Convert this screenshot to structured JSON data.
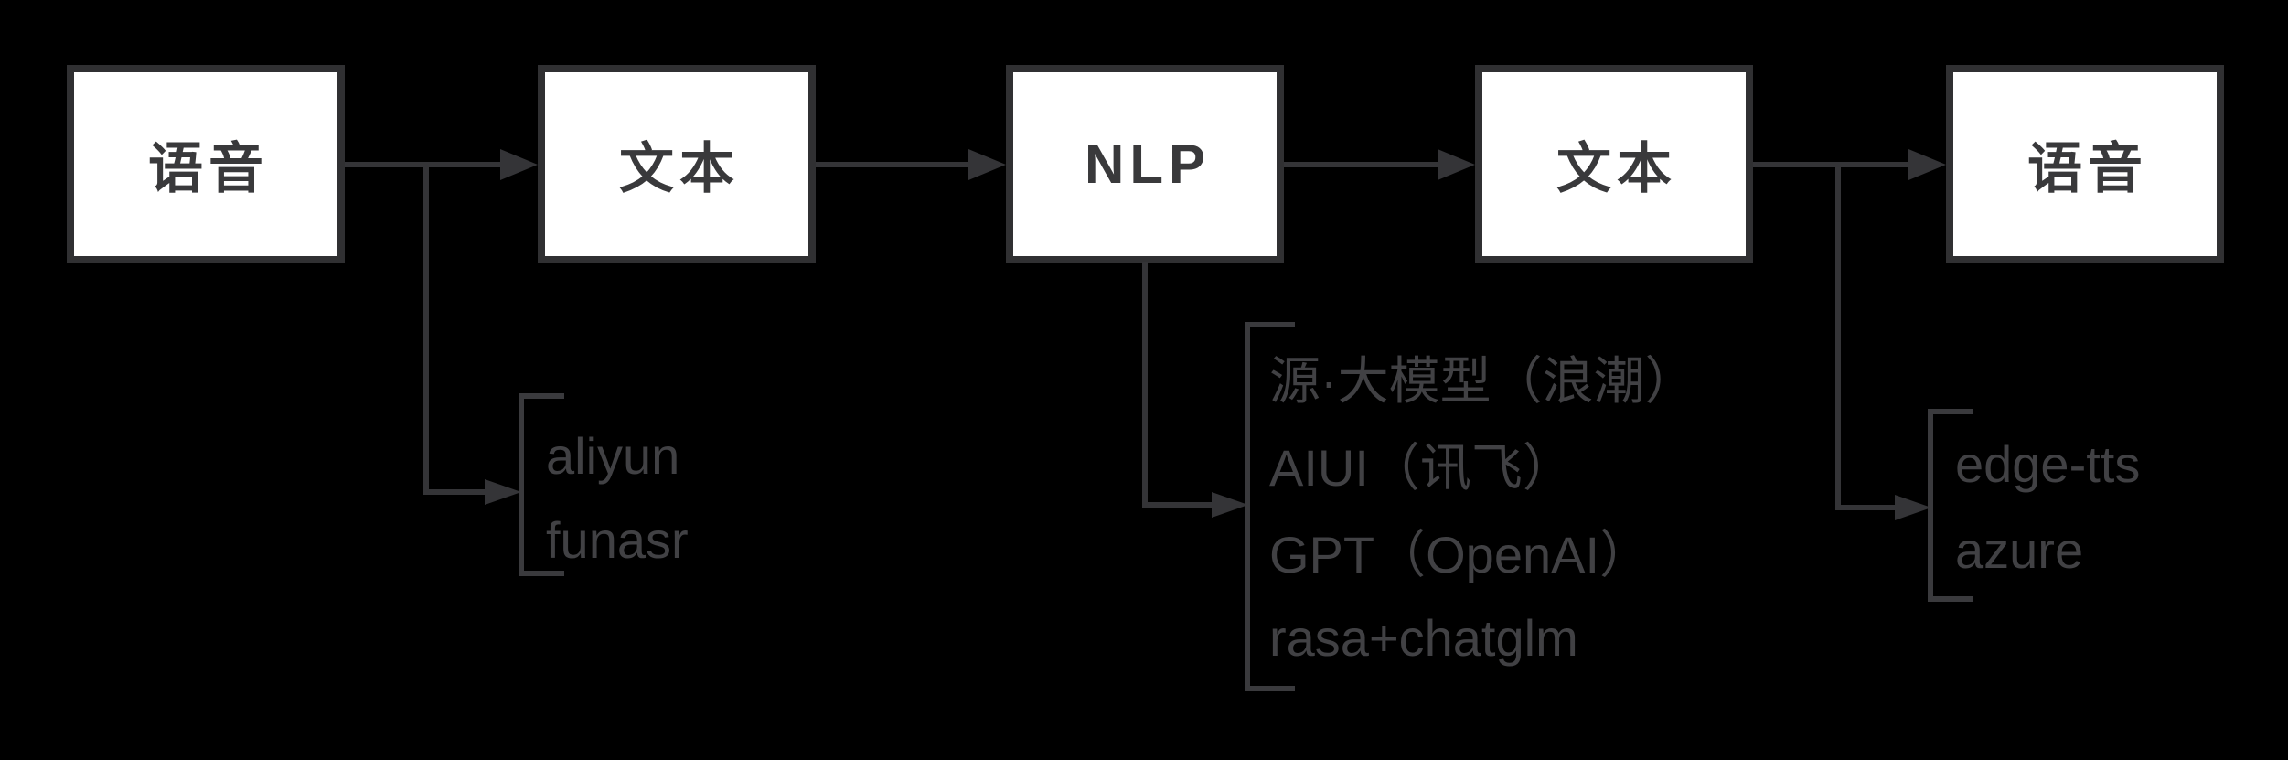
{
  "canvas": {
    "background": "#000000",
    "line_color": "#343437",
    "bracket_color": "#3a3a3d"
  },
  "node_style": {
    "fill": "#ffffff",
    "border_color": "#303032",
    "text_color": "#39393b"
  },
  "list_style": {
    "text_color": "#414144"
  },
  "nodes": [
    {
      "label": "语音"
    },
    {
      "label": "文本"
    },
    {
      "label": "NLP"
    },
    {
      "label": "文本"
    },
    {
      "label": "语音"
    }
  ],
  "branches": {
    "asr": {
      "items": [
        "aliyun",
        "funasr"
      ]
    },
    "nlp": {
      "items": [
        "源·大模型（浪潮）",
        "AIUI（讯飞）",
        "GPT（OpenAI）",
        "rasa+chatglm"
      ]
    },
    "tts": {
      "items": [
        "edge-tts",
        "azure"
      ]
    }
  }
}
